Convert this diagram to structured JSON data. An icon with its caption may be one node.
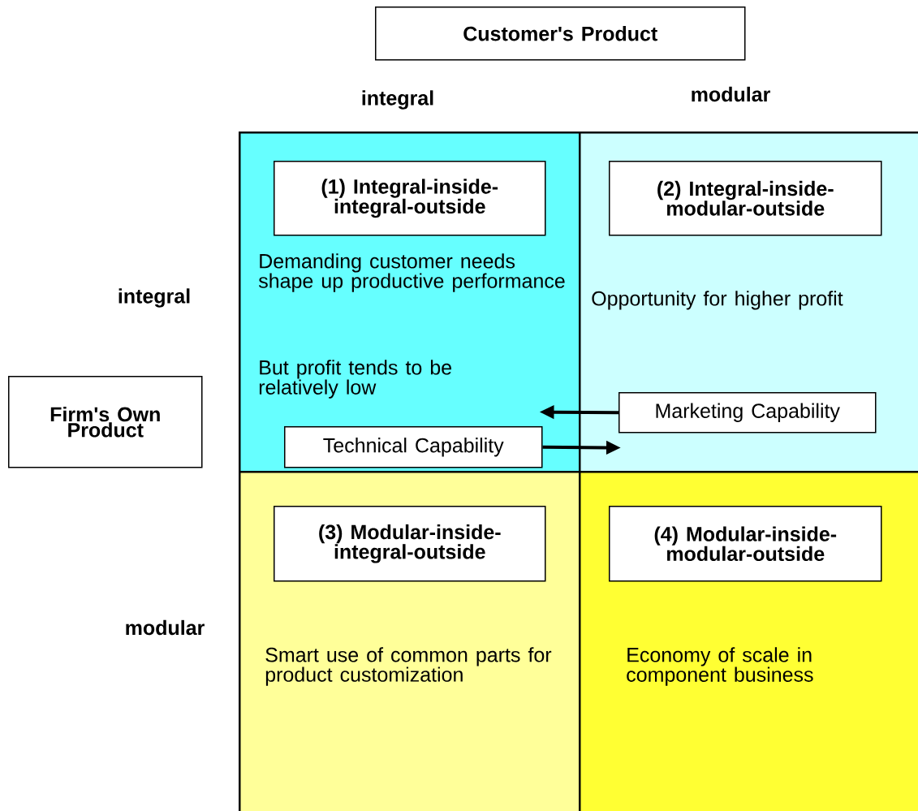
{
  "diagram": {
    "nodes": [
      {
        "text": [
          "Customer's Product"
        ]
      },
      {
        "text": [
          "Firm's Own Product"
        ]
      },
      {
        "text": [
          "Demanding customer needs shape up productive performance",
          "But profit tends to be relatively low"
        ]
      },
      {
        "text": [
          "(1) Integral-inside-integral-outside"
        ],
        "in": 2
      },
      {
        "text": [
          "Technical Capability"
        ],
        "in": 2
      },
      {
        "text": [
          "Opportunity for higher profit"
        ]
      },
      {
        "text": [
          "(2) Integral-inside-modular-outside"
        ],
        "in": 5
      },
      {
        "text": [
          "Marketing Capability"
        ],
        "in": 5
      },
      {
        "text": [
          "Smart use of common parts for product customization"
        ]
      },
      {
        "text": [
          "(3) Modular-inside-integral-outside"
        ],
        "in": 8
      },
      {
        "text": [
          "Economy of scale in component business"
        ]
      },
      {
        "text": [
          "(4) Modular-inside-modular-outside"
        ],
        "in": 10
      }
    ],
    "edges": [
      {
        "from": 7,
        "to": 4,
        "arrow": "to"
      },
      {
        "from": 4,
        "to": 7,
        "arrow": "to"
      }
    ],
    "labels": [
      "integral",
      "modular",
      "integral",
      "modular"
    ]
  }
}
